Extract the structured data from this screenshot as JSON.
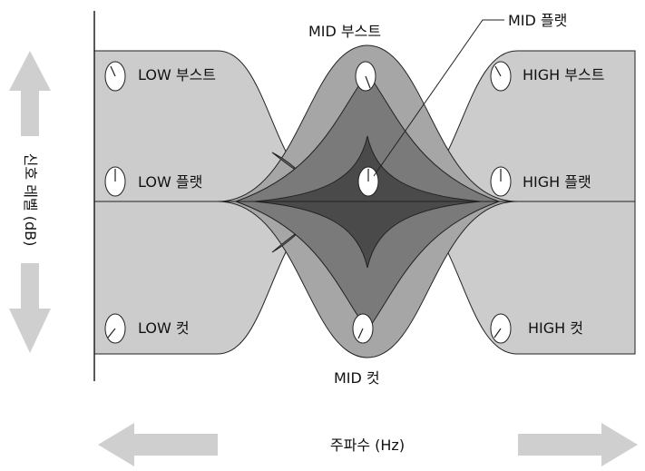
{
  "diagram": {
    "labels": {
      "mid_boost": "MID 부스트",
      "mid_flat": "MID 플랫",
      "mid_cut": "MID 컷",
      "low_boost": "LOW 부스트",
      "low_flat": "LOW 플랫",
      "low_cut": "LOW 컷",
      "high_boost": "HIGH 부스트",
      "high_flat": "HIGH 플랫",
      "high_cut": "HIGH 컷"
    },
    "y_axis_label": "신호 레벨 (dB)",
    "x_axis_label": "주파수 (Hz)"
  },
  "colors": {
    "light_fill": "#cccccc",
    "mid_fill": "#a6a6a6",
    "overlap_fill": "#7a7a7a",
    "center_fill": "#4a4a4a",
    "arrow_fill": "#cfcfcf",
    "stroke": "#222222"
  }
}
